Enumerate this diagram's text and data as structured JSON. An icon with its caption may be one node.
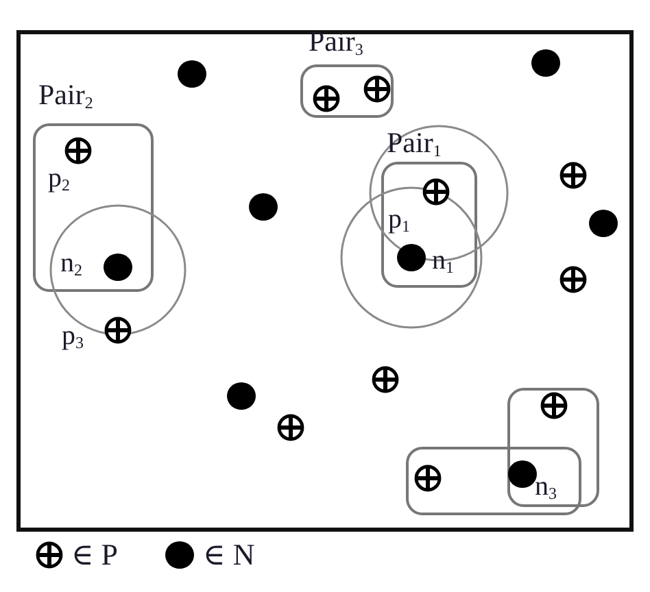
{
  "diagram": {
    "nodes": [
      {
        "text": [
          "Pair$_{2}$",
          "p$_{2}$",
          "n$_{2}$"
        ]
      },
      {
        "text": [
          "Pair$_{3}$"
        ]
      },
      {
        "text": [
          "Pair$_{1}$",
          "p$_{1}$",
          "n$_{1}$"
        ]
      },
      {
        "text": [
          "n$_{3}$"
        ]
      },
      {
        "text": [],
        "shape": "box"
      }
    ],
    "labels": [
      "p$_{3}$"
    ],
    "legend": [
      {
        "text": "∈ P"
      },
      {
        "text": "∈ N"
      }
    ]
  }
}
